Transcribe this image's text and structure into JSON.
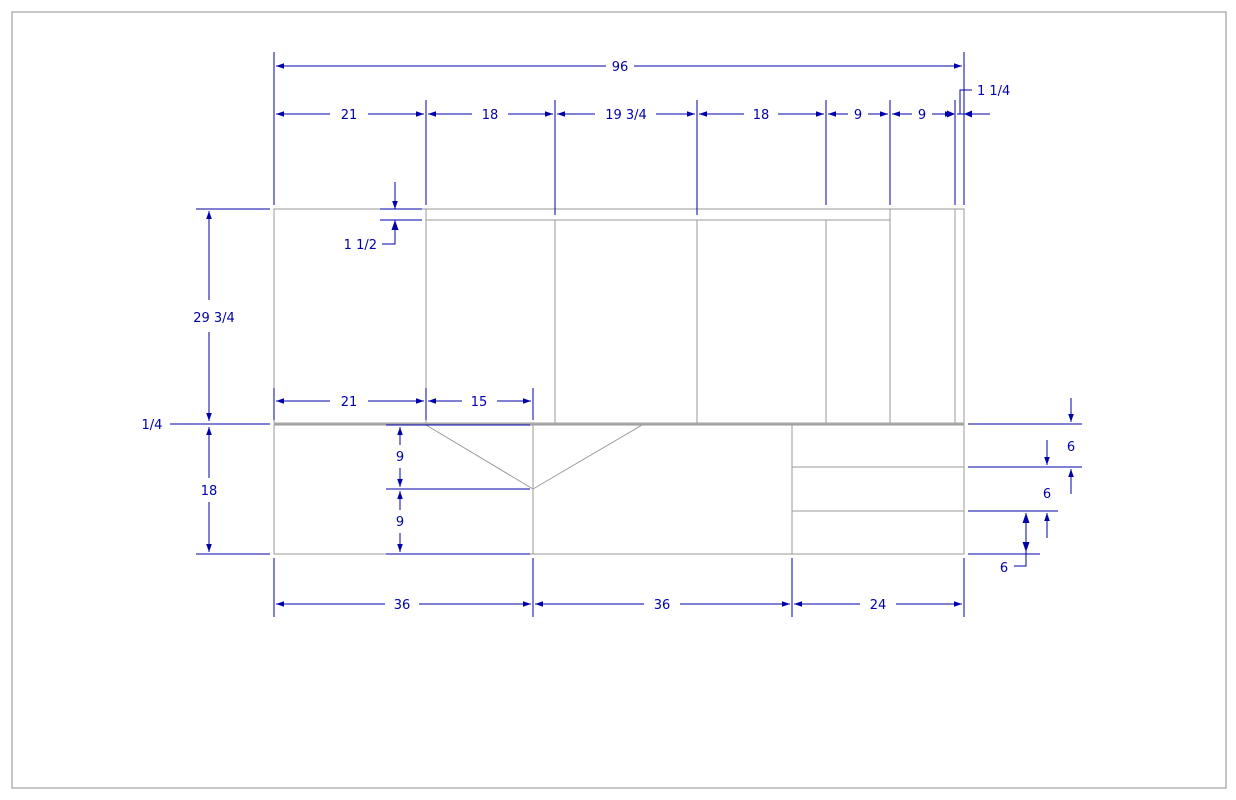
{
  "colors": {
    "dimension": "#0000aa",
    "object": "#9a9a9a",
    "frame": "#8c8c8c"
  },
  "dims": {
    "overall": "96",
    "top": [
      "21",
      "18",
      "19 3/4",
      "18",
      "9",
      "9"
    ],
    "top_edge": "1 1/4",
    "upper_height": "29 3/4",
    "rail": "1 1/2",
    "mid": [
      "21",
      "15"
    ],
    "counter": "1/4",
    "lower_height": "18",
    "left_split": [
      "9",
      "9"
    ],
    "right_split": [
      "6",
      "6",
      "6"
    ],
    "bottom": [
      "36",
      "36",
      "24"
    ]
  }
}
